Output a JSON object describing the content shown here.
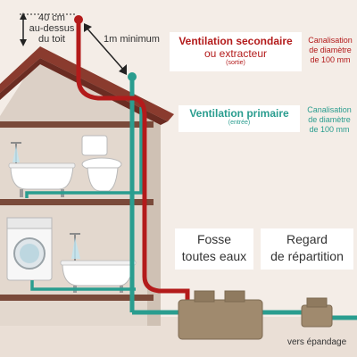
{
  "notes": {
    "height_line1": "40 cm",
    "height_line2": "au-dessus",
    "height_line3": "du toit",
    "distance": "1m minimum"
  },
  "secondary": {
    "title1": "Ventilation secondaire",
    "title2": "ou extracteur",
    "subtitle": "(sortie)",
    "spec1": "Canalisation",
    "spec2": "de diamètre",
    "spec3": "de 100 mm"
  },
  "primary": {
    "title": "Ventilation primaire",
    "subtitle": "(entrée)",
    "spec1": "Canalisation",
    "spec2": "de diamètre",
    "spec3": "de 100 mm"
  },
  "fosse": {
    "line1": "Fosse",
    "line2": "toutes eaux"
  },
  "regard": {
    "line1": "Regard",
    "line2": "de répartition"
  },
  "drain": {
    "label": "vers épandage"
  },
  "colors": {
    "secondary_pipe": "#b31b1b",
    "primary_pipe": "#2a9d8f",
    "roof": "#8a3b2e",
    "wall": "#d8cbc0",
    "floor": "#7a4a3a",
    "tank": "#a08a6e",
    "ground": "#c9b8a8"
  }
}
